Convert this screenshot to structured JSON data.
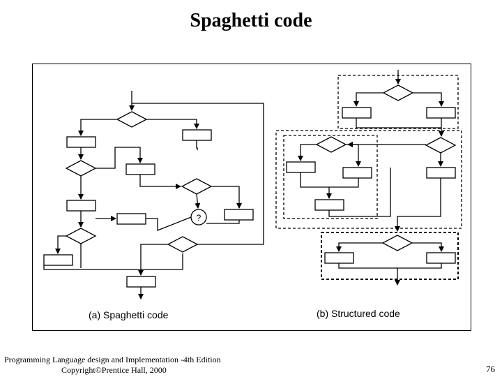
{
  "slide": {
    "title": "Spaghetti code",
    "page_number": "76"
  },
  "figure": {
    "caption_a": "(a) Spaghetti code",
    "caption_b": "(b) Structured code",
    "decision_label": "?"
  },
  "footer": {
    "line1": "Programming Language design and Implementation -4th Edition",
    "line2": "Copyright©Prentice Hall, 2000"
  }
}
